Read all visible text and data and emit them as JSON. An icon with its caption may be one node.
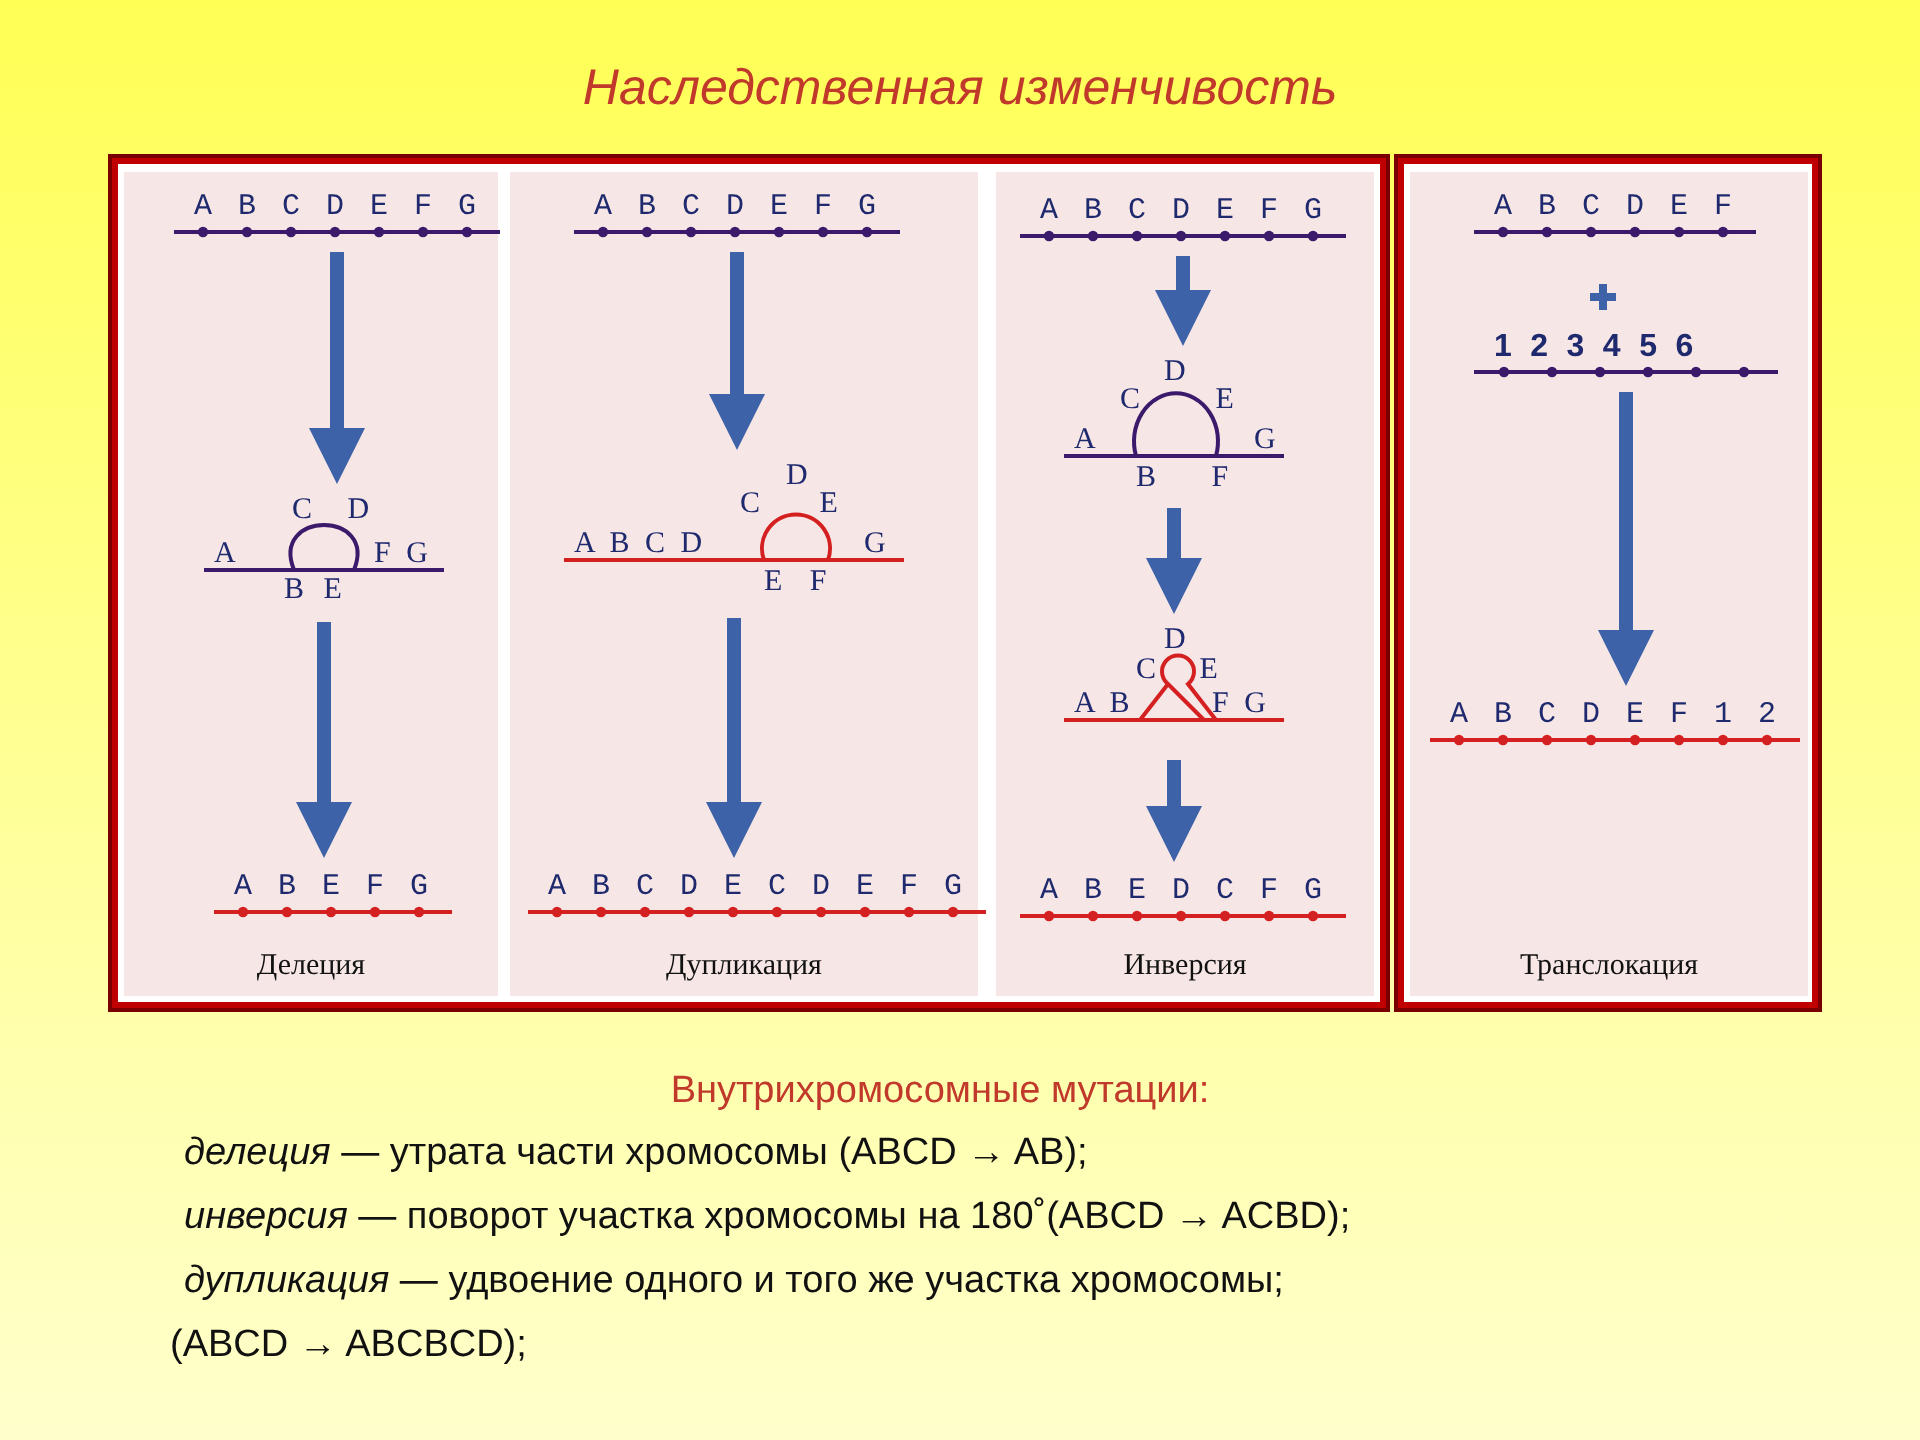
{
  "diagram": {
    "title": "Наследственная изменчивость",
    "nodes": [
      {
        "text": [
          "Делеция"
        ]
      },
      {
        "text": [
          "A B C D E F G"
        ],
        "in": 0
      },
      {
        "text": [
          "C D",
          "A",
          "F G",
          "B E"
        ],
        "in": 0
      },
      {
        "text": [
          "A B E F G"
        ],
        "in": 0
      },
      {
        "text": [
          "Дупликация"
        ]
      },
      {
        "text": [
          "A B C D E F G"
        ],
        "in": 4
      },
      {
        "text": [
          "D",
          "C E",
          "A B C D",
          "G",
          "E F"
        ],
        "in": 4
      },
      {
        "text": [
          "A B C D E C D E F G"
        ],
        "in": 4
      },
      {
        "text": [
          "Инверсия"
        ]
      },
      {
        "text": [
          "A B C D E F G"
        ],
        "in": 8
      },
      {
        "text": [
          "D",
          "C E",
          "A",
          "G",
          "B F"
        ],
        "in": 8
      },
      {
        "text": [
          "D",
          "C E",
          "A B",
          "F G"
        ],
        "in": 8
      },
      {
        "text": [
          "A B E D C F G"
        ],
        "in": 8
      },
      {
        "text": [
          "Транслокация"
        ]
      },
      {
        "text": [
          "A B C D E F"
        ],
        "in": 13
      },
      {
        "text": [
          "1 2 3 4 5 6"
        ],
        "in": 13
      },
      {
        "text": [
          "A B C D E F 1 2"
        ],
        "in": 13
      }
    ],
    "edges": [
      {
        "from": 1,
        "to": 2,
        "arrow": "to"
      },
      {
        "from": 2,
        "to": 3,
        "arrow": "to"
      },
      {
        "from": 5,
        "to": 6,
        "arrow": "to"
      },
      {
        "from": 6,
        "to": 7,
        "arrow": "to"
      },
      {
        "from": 9,
        "to": 10,
        "arrow": "to"
      },
      {
        "from": 10,
        "to": 11,
        "arrow": "to"
      },
      {
        "from": 11,
        "to": 12,
        "arrow": "to"
      },
      {
        "from": 15,
        "to": 16,
        "arrow": "to"
      }
    ],
    "labels": [
      "Внутрихромосомные мутации:",
      "*делеция* — утрата части хромосомы (ABCD → AB);",
      "*инверсия* — поворот участка хромосомы на 180˚(ABCD → ACBD);",
      "*дупликация* — удвоение одного и того же участка хромосомы;",
      "(ABCD → ABCBCD);"
    ]
  }
}
